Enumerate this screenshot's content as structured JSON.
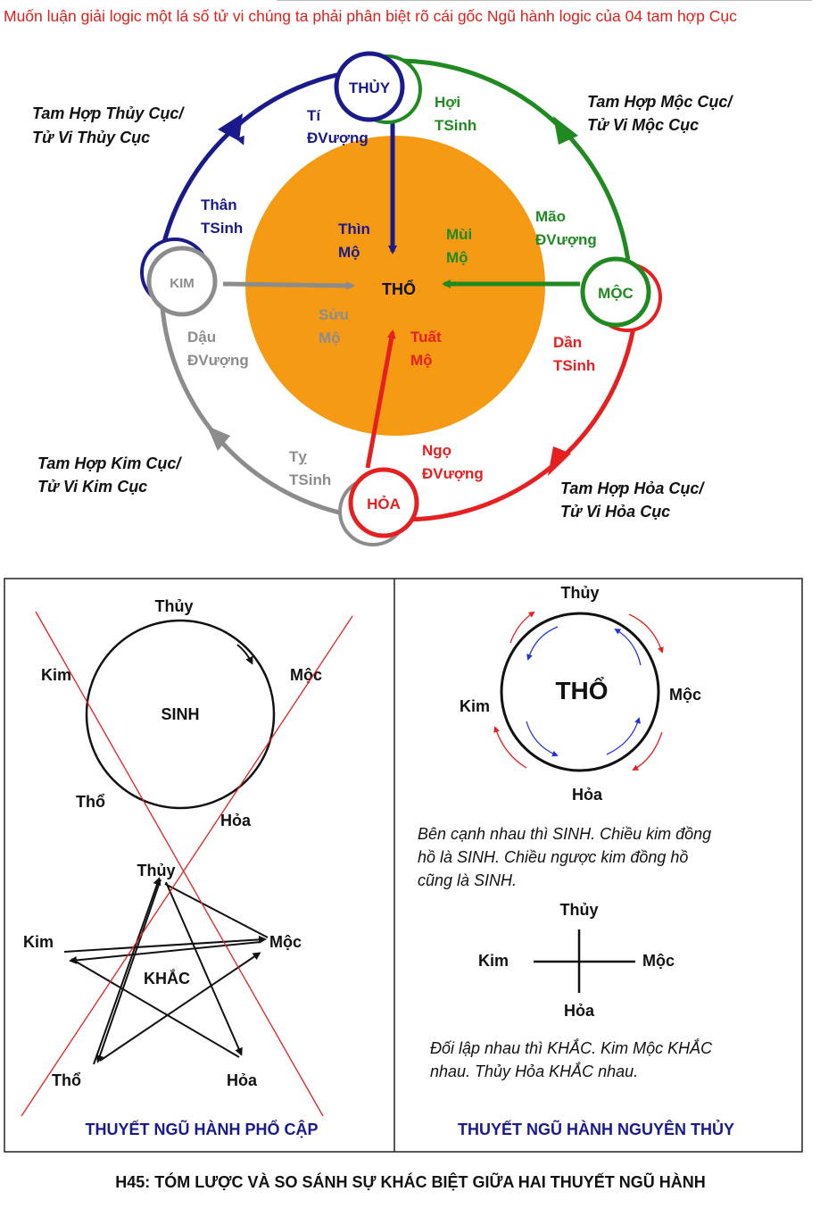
{
  "headline": "Muốn luận giải logic một lá số tử vi chúng ta phải phân biệt rõ cái gốc Ngũ hành logic của 04 tam hợp Cục",
  "colors": {
    "thuy": "#1a1a8c",
    "moc": "#1f8a1f",
    "hoa": "#e62020",
    "kim": "#8c8c8c",
    "tho": "#f59a12"
  },
  "top": {
    "center": "THỔ",
    "nodes": {
      "thuy": "THỦY",
      "moc": "MỘC",
      "hoa": "HỎA",
      "kim": "KIM"
    },
    "groups": {
      "thuy": [
        "Tam Hợp Thủy Cục/",
        "Tử Vi Thủy Cục"
      ],
      "moc": [
        "Tam Hợp Mộc Cục/",
        "Tử Vi Mộc Cục"
      ],
      "hoa": [
        "Tam Hợp Hỏa Cục/",
        "Tử Vi Hỏa Cục"
      ],
      "kim": [
        "Tam Hợp Kim Cục/",
        "Tử Vi Kim Cục"
      ]
    },
    "labels": {
      "ti": [
        "Tí",
        "ĐVượng"
      ],
      "hoi": [
        "Hợi",
        "TSinh"
      ],
      "than": [
        "Thân",
        "TSinh"
      ],
      "thin": [
        "Thìn",
        "Mộ"
      ],
      "mui": [
        "Mùi",
        "Mộ"
      ],
      "mao": [
        "Mão",
        "ĐVượng"
      ],
      "suu": [
        "Sửu",
        "Mộ"
      ],
      "tuat": [
        "Tuất",
        "Mộ"
      ],
      "dau": [
        "Dậu",
        "ĐVượng"
      ],
      "dan": [
        "Dần",
        "TSinh"
      ],
      "ty": [
        "Tỵ",
        "TSinh"
      ],
      "ngo": [
        "Ngọ",
        "ĐVượng"
      ]
    }
  },
  "left_panel": {
    "sinh_center": "SINH",
    "khac_center": "KHẮC",
    "elements": {
      "thuy": "Thủy",
      "moc": "Mộc",
      "hoa": "Hỏa",
      "tho": "Thổ",
      "kim": "Kim"
    },
    "caption": "THUYẾT NGŨ HÀNH PHỔ CẬP"
  },
  "right_panel": {
    "center": "THỔ",
    "elements": {
      "thuy": "Thủy",
      "moc": "Mộc",
      "hoa": "Hỏa",
      "kim": "Kim"
    },
    "text1": [
      "Bên cạnh nhau thì SINH. Chiều kim đồng",
      "hồ là SINH. Chiều ngược kim đồng hồ",
      "cũng là SINH."
    ],
    "text2": [
      "Đối lập nhau thì KHẮC.  Kim Mộc KHẮC",
      "nhau. Thủy Hỏa KHẮC nhau."
    ],
    "caption": "THUYẾT NGŨ HÀNH NGUYÊN THỦY"
  },
  "footer": "H45: TÓM LƯỢC VÀ SO SÁNH SỰ KHÁC BIỆT GIỮA HAI THUYẾT NGŨ HÀNH"
}
